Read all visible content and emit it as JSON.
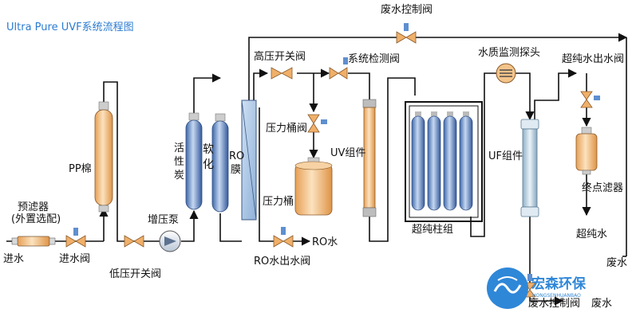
{
  "title": "Ultra Pure UVF系统流程图",
  "labels": {
    "inlet": "进水",
    "inlet_valve": "进水阀",
    "prefilter": "预滤器",
    "prefilter_note": "(外置选配)",
    "low_pressure_valve": "低压开关阀",
    "pp_cotton": "PP棉",
    "booster_pump": "增压泵",
    "carbon_1": "活",
    "carbon_2": "性",
    "carbon_3": "炭",
    "softener_1": "软",
    "softener_2": "化",
    "ro_1": "RO",
    "ro_2": "膜",
    "high_pressure_valve": "高压开关阀",
    "waste_valve_top": "废水控制阀",
    "system_test_valve": "系统检测阀",
    "pressure_tank_valve": "压力桶阀",
    "pressure_tank": "压力桶",
    "ro_water": "RO水",
    "ro_outlet_valve": "RO水出水阀",
    "uv_module": "UV组件",
    "ultrapure_column": "超纯柱组",
    "quality_probe": "水质监测探头",
    "uf_module": "UF组件",
    "waste_valve_bottom": "废水控制阀",
    "waste_water_bottom": "废水",
    "ultrapure_outlet_valve": "超纯水出水阀",
    "terminal_filter": "终点滤器",
    "ultrapure_water": "超纯水",
    "waste_water_right": "废水"
  },
  "logo": {
    "text": "宏森环保",
    "subtext": "HONGSENHUANBAO"
  },
  "colors": {
    "title": "#2b7bd1",
    "pipe": "#111111",
    "pp_body": "#f3c48a",
    "blue_cartridge": "#6f96cc",
    "tank_body": "#eab579",
    "valve": "#f0b06a",
    "sensor": "#3c7fd0",
    "logo": "#2f87d8"
  }
}
